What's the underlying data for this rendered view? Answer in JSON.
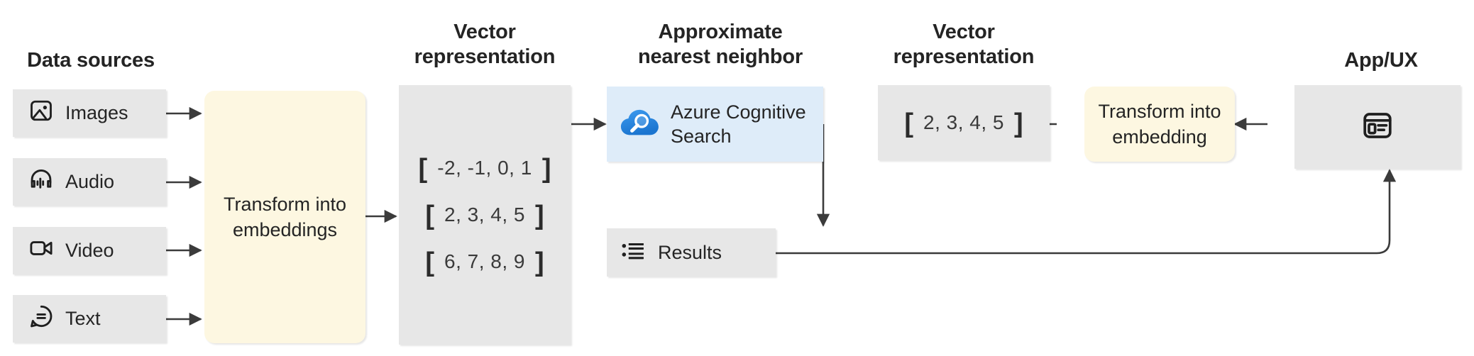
{
  "diagram": {
    "title_left": "Data sources",
    "headers": {
      "data_sources": "Data sources",
      "vector_representation_left": "Vector\nrepresentation",
      "approximate_nearest_neighbor": "Approximate\nnearest neighbor",
      "vector_representation_right": "Vector\nrepresentation",
      "app_ux": "App/UX"
    },
    "header_lines": {
      "vector_left_1": "Vector",
      "vector_left_2": "representation",
      "ann_1": "Approximate",
      "ann_2": "nearest neighbor",
      "vector_right_1": "Vector",
      "vector_right_2": "representation",
      "app_ux": "App/UX",
      "data_sources": "Data sources"
    },
    "data_sources": [
      {
        "label": "Images",
        "icon": "image-icon"
      },
      {
        "label": "Audio",
        "icon": "headphones-waveform-icon"
      },
      {
        "label": "Video",
        "icon": "video-camera-icon"
      },
      {
        "label": "Text",
        "icon": "speech-bubble-icon"
      }
    ],
    "transform_left": {
      "line1": "Transform into",
      "line2": "embeddings"
    },
    "vectors_left": [
      {
        "open": "[",
        "values": "-2, -1, 0, 1",
        "close": "]"
      },
      {
        "open": "[",
        "values": "2, 3, 4, 5",
        "close": "]"
      },
      {
        "open": "[",
        "values": "6, 7, 8, 9",
        "close": "]"
      }
    ],
    "search_service": {
      "line1": "Azure Cognitive",
      "line2": "Search",
      "icon": "azure-cognitive-search-cloud-magnifier-icon"
    },
    "results": {
      "label": "Results",
      "icon": "bulleted-list-icon"
    },
    "vector_right": {
      "open": "[",
      "values": "2, 3, 4, 5",
      "close": "]"
    },
    "transform_right": {
      "line1": "Transform into",
      "line2": "embedding"
    },
    "app_ux": {
      "icon": "app-window-layout-icon"
    },
    "colors": {
      "background": "#ffffff",
      "gray_node": "#e7e7e7",
      "cream_node": "#fdf7e1",
      "blue_node": "#deecf9",
      "text": "#242424",
      "connector": "#3b3b3b",
      "azure_blue": "#2e8ce8",
      "azure_blue_dark": "#1b75d0"
    }
  }
}
